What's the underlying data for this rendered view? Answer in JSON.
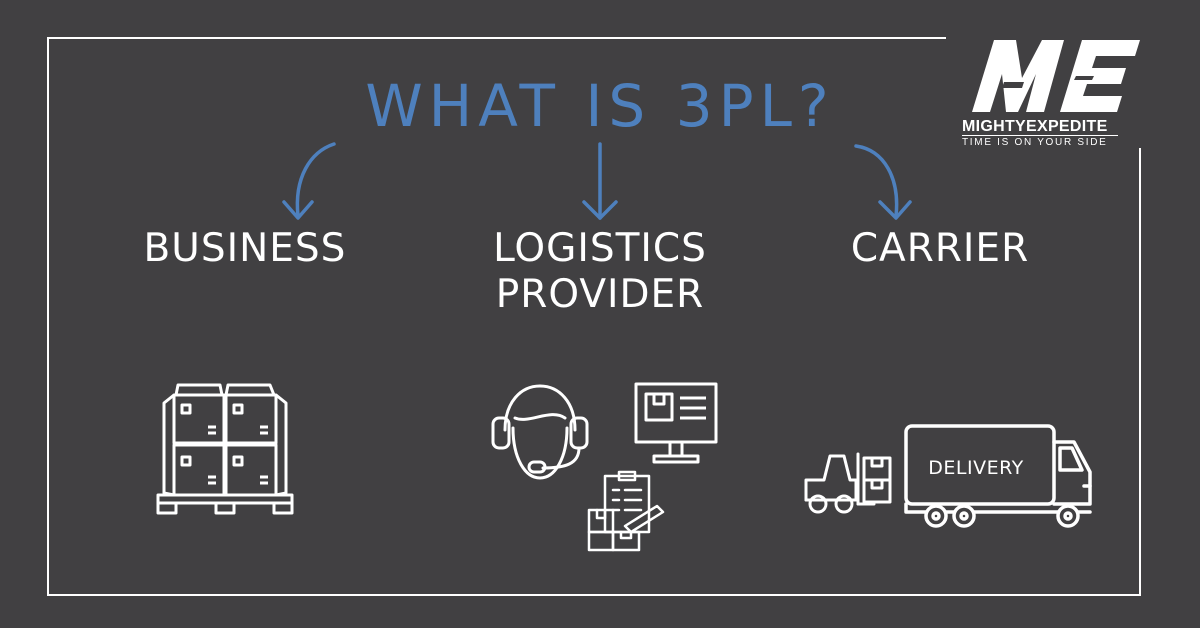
{
  "title": "WHAT IS 3PL?",
  "nodes": [
    {
      "label_line1": "BUSINESS",
      "label_line2": "",
      "icon": "pallet-boxes-icon"
    },
    {
      "label_line1": "LOGISTICS",
      "label_line2": "PROVIDER",
      "icon": "headset-monitor-clipboard-icon"
    },
    {
      "label_line1": "CARRIER",
      "label_line2": "",
      "icon": "forklift-delivery-truck-icon"
    }
  ],
  "truck_text": "DELIVERY",
  "logo": {
    "mark": "ME",
    "name": "MIGHTYEXPEDITE",
    "tagline": "TIME IS ON YOUR SIDE"
  },
  "colors": {
    "background": "#414042",
    "accent": "#4e80bd",
    "foreground": "#ffffff"
  }
}
